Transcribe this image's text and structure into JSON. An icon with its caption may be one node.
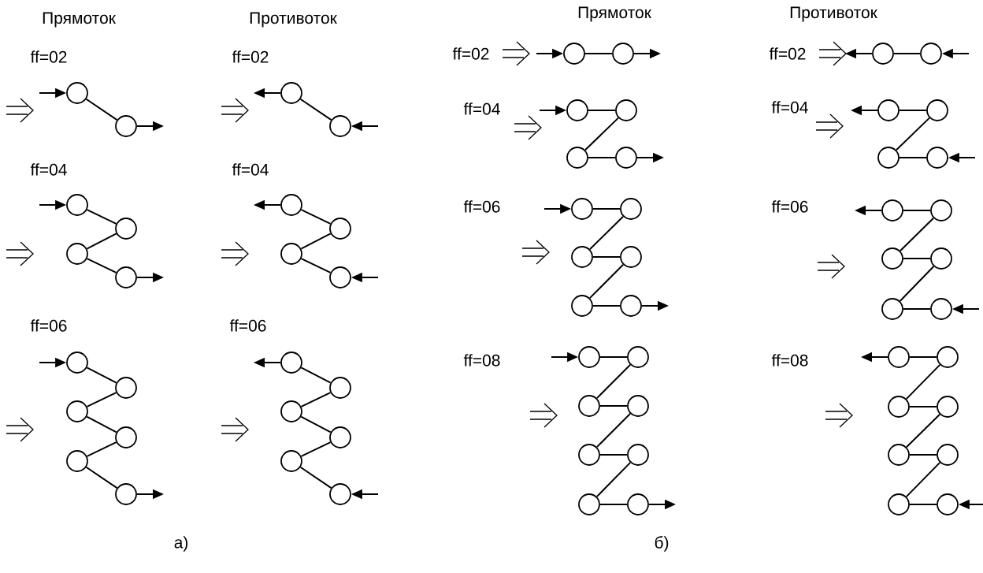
{
  "diagram": {
    "nodes": [
      {
        "text": [],
        "shape": "circle"
      },
      {
        "text": [],
        "shape": "circle"
      },
      {
        "text": [],
        "shape": "circle"
      },
      {
        "text": [],
        "shape": "circle"
      },
      {
        "text": [],
        "shape": "circle"
      },
      {
        "text": [],
        "shape": "circle"
      },
      {
        "text": [],
        "shape": "circle"
      },
      {
        "text": [],
        "shape": "circle"
      },
      {
        "text": [],
        "shape": "circle"
      },
      {
        "text": [],
        "shape": "circle"
      },
      {
        "text": [],
        "shape": "circle"
      },
      {
        "text": [],
        "shape": "circle"
      },
      {
        "text": [],
        "shape": "circle"
      },
      {
        "text": [],
        "shape": "circle"
      },
      {
        "text": [],
        "shape": "circle"
      },
      {
        "text": [],
        "shape": "circle"
      },
      {
        "text": [],
        "shape": "circle"
      },
      {
        "text": [],
        "shape": "circle"
      },
      {
        "text": [],
        "shape": "circle"
      },
      {
        "text": [],
        "shape": "circle"
      },
      {
        "text": [],
        "shape": "circle"
      },
      {
        "text": [],
        "shape": "circle"
      },
      {
        "text": [],
        "shape": "circle"
      },
      {
        "text": [],
        "shape": "circle"
      },
      {
        "text": [],
        "shape": "circle"
      },
      {
        "text": [],
        "shape": "circle"
      },
      {
        "text": [],
        "shape": "circle"
      },
      {
        "text": [],
        "shape": "circle"
      },
      {
        "text": [],
        "shape": "circle"
      },
      {
        "text": [],
        "shape": "circle"
      },
      {
        "text": [],
        "shape": "circle"
      },
      {
        "text": [],
        "shape": "circle"
      },
      {
        "text": [],
        "shape": "circle"
      },
      {
        "text": [],
        "shape": "circle"
      },
      {
        "text": [],
        "shape": "circle"
      },
      {
        "text": [],
        "shape": "circle"
      },
      {
        "text": [],
        "shape": "circle"
      },
      {
        "text": [],
        "shape": "circle"
      },
      {
        "text": [],
        "shape": "circle"
      },
      {
        "text": [],
        "shape": "circle"
      },
      {
        "text": [],
        "shape": "circle"
      },
      {
        "text": [],
        "shape": "circle"
      },
      {
        "text": [],
        "shape": "circle"
      },
      {
        "text": [],
        "shape": "circle"
      },
      {
        "text": [],
        "shape": "circle"
      },
      {
        "text": [],
        "shape": "circle"
      },
      {
        "text": [],
        "shape": "circle"
      },
      {
        "text": [],
        "shape": "circle"
      },
      {
        "text": [],
        "shape": "circle"
      },
      {
        "text": [],
        "shape": "circle"
      },
      {
        "text": [],
        "shape": "circle"
      },
      {
        "text": [],
        "shape": "circle"
      },
      {
        "text": [],
        "shape": "circle"
      },
      {
        "text": [],
        "shape": "circle"
      },
      {
        "text": [],
        "shape": "circle"
      },
      {
        "text": [],
        "shape": "circle"
      },
      {
        "text": [],
        "shape": "circle"
      },
      {
        "text": [],
        "shape": "circle"
      },
      {
        "text": [],
        "shape": "circle"
      },
      {
        "text": [],
        "shape": "circle"
      },
      {
        "text": [],
        "shape": "circle"
      },
      {
        "text": [],
        "shape": "circle"
      },
      {
        "text": [],
        "shape": "circle"
      },
      {
        "text": [],
        "shape": "circle"
      }
    ],
    "edges": [
      {
        "from": 0,
        "to": 1,
        "arrow": "none"
      },
      {
        "from": null,
        "to": 0,
        "arrow": "to"
      },
      {
        "from": 1,
        "to": null,
        "arrow": "to"
      },
      {
        "from": 2,
        "to": 3,
        "arrow": "none"
      },
      {
        "from": 2,
        "to": null,
        "arrow": "to"
      },
      {
        "from": null,
        "to": 3,
        "arrow": "to"
      },
      {
        "from": 4,
        "to": 5,
        "arrow": "none"
      },
      {
        "from": 5,
        "to": 6,
        "arrow": "none"
      },
      {
        "from": 6,
        "to": 7,
        "arrow": "none"
      },
      {
        "from": null,
        "to": 4,
        "arrow": "to"
      },
      {
        "from": 7,
        "to": null,
        "arrow": "to"
      },
      {
        "from": 8,
        "to": 9,
        "arrow": "none"
      },
      {
        "from": 9,
        "to": 10,
        "arrow": "none"
      },
      {
        "from": 10,
        "to": 11,
        "arrow": "none"
      },
      {
        "from": 8,
        "to": null,
        "arrow": "to"
      },
      {
        "from": null,
        "to": 11,
        "arrow": "to"
      },
      {
        "from": 12,
        "to": 13,
        "arrow": "none"
      },
      {
        "from": 13,
        "to": 14,
        "arrow": "none"
      },
      {
        "from": 14,
        "to": 15,
        "arrow": "none"
      },
      {
        "from": 15,
        "to": 16,
        "arrow": "none"
      },
      {
        "from": 16,
        "to": 17,
        "arrow": "none"
      },
      {
        "from": null,
        "to": 12,
        "arrow": "to"
      },
      {
        "from": 17,
        "to": null,
        "arrow": "to"
      },
      {
        "from": 18,
        "to": 19,
        "arrow": "none"
      },
      {
        "from": 19,
        "to": 20,
        "arrow": "none"
      },
      {
        "from": 20,
        "to": 21,
        "arrow": "none"
      },
      {
        "from": 21,
        "to": 22,
        "arrow": "none"
      },
      {
        "from": 22,
        "to": 23,
        "arrow": "none"
      },
      {
        "from": 18,
        "to": null,
        "arrow": "to"
      },
      {
        "from": null,
        "to": 23,
        "arrow": "to"
      },
      {
        "from": 24,
        "to": 25,
        "arrow": "none"
      },
      {
        "from": null,
        "to": 24,
        "arrow": "to"
      },
      {
        "from": 25,
        "to": null,
        "arrow": "to"
      },
      {
        "from": 26,
        "to": 27,
        "arrow": "none"
      },
      {
        "from": 26,
        "to": null,
        "arrow": "to"
      },
      {
        "from": null,
        "to": 27,
        "arrow": "to"
      },
      {
        "from": 28,
        "to": 29,
        "arrow": "none"
      },
      {
        "from": 29,
        "to": 30,
        "arrow": "none"
      },
      {
        "from": 30,
        "to": 31,
        "arrow": "none"
      },
      {
        "from": null,
        "to": 28,
        "arrow": "to"
      },
      {
        "from": 31,
        "to": null,
        "arrow": "to"
      },
      {
        "from": 32,
        "to": 33,
        "arrow": "none"
      },
      {
        "from": 33,
        "to": 34,
        "arrow": "none"
      },
      {
        "from": 34,
        "to": 35,
        "arrow": "none"
      },
      {
        "from": 32,
        "to": null,
        "arrow": "to"
      },
      {
        "from": null,
        "to": 35,
        "arrow": "to"
      },
      {
        "from": 36,
        "to": 37,
        "arrow": "none"
      },
      {
        "from": 37,
        "to": 38,
        "arrow": "none"
      },
      {
        "from": 38,
        "to": 39,
        "arrow": "none"
      },
      {
        "from": 39,
        "to": 40,
        "arrow": "none"
      },
      {
        "from": 40,
        "to": 41,
        "arrow": "none"
      },
      {
        "from": null,
        "to": 36,
        "arrow": "to"
      },
      {
        "from": 41,
        "to": null,
        "arrow": "to"
      },
      {
        "from": 42,
        "to": 43,
        "arrow": "none"
      },
      {
        "from": 43,
        "to": 44,
        "arrow": "none"
      },
      {
        "from": 44,
        "to": 45,
        "arrow": "none"
      },
      {
        "from": 45,
        "to": 46,
        "arrow": "none"
      },
      {
        "from": 46,
        "to": 47,
        "arrow": "none"
      },
      {
        "from": 42,
        "to": null,
        "arrow": "to"
      },
      {
        "from": null,
        "to": 47,
        "arrow": "to"
      },
      {
        "from": 48,
        "to": 49,
        "arrow": "none"
      },
      {
        "from": 49,
        "to": 50,
        "arrow": "none"
      },
      {
        "from": 50,
        "to": 51,
        "arrow": "none"
      },
      {
        "from": 51,
        "to": 52,
        "arrow": "none"
      },
      {
        "from": 52,
        "to": 53,
        "arrow": "none"
      },
      {
        "from": 53,
        "to": 54,
        "arrow": "none"
      },
      {
        "from": 54,
        "to": 55,
        "arrow": "none"
      },
      {
        "from": null,
        "to": 48,
        "arrow": "to"
      },
      {
        "from": 55,
        "to": null,
        "arrow": "to"
      },
      {
        "from": 56,
        "to": 57,
        "arrow": "none"
      },
      {
        "from": 57,
        "to": 58,
        "arrow": "none"
      },
      {
        "from": 58,
        "to": 59,
        "arrow": "none"
      },
      {
        "from": 59,
        "to": 60,
        "arrow": "none"
      },
      {
        "from": 60,
        "to": 61,
        "arrow": "none"
      },
      {
        "from": 61,
        "to": 62,
        "arrow": "none"
      },
      {
        "from": 62,
        "to": 63,
        "arrow": "none"
      },
      {
        "from": 56,
        "to": null,
        "arrow": "to"
      },
      {
        "from": null,
        "to": 63,
        "arrow": "to"
      }
    ],
    "labels": [
      "Прямоток",
      "Противоток",
      "Прямоток",
      "Противоток",
      "ff=02",
      "ff=02",
      "ff=04",
      "ff=04",
      "ff=06",
      "ff=06",
      "ff=02",
      "ff=02",
      "ff=04",
      "ff=04",
      "ff=06",
      "ff=06",
      "ff=08",
      "ff=08",
      "а)",
      "б)"
    ]
  }
}
